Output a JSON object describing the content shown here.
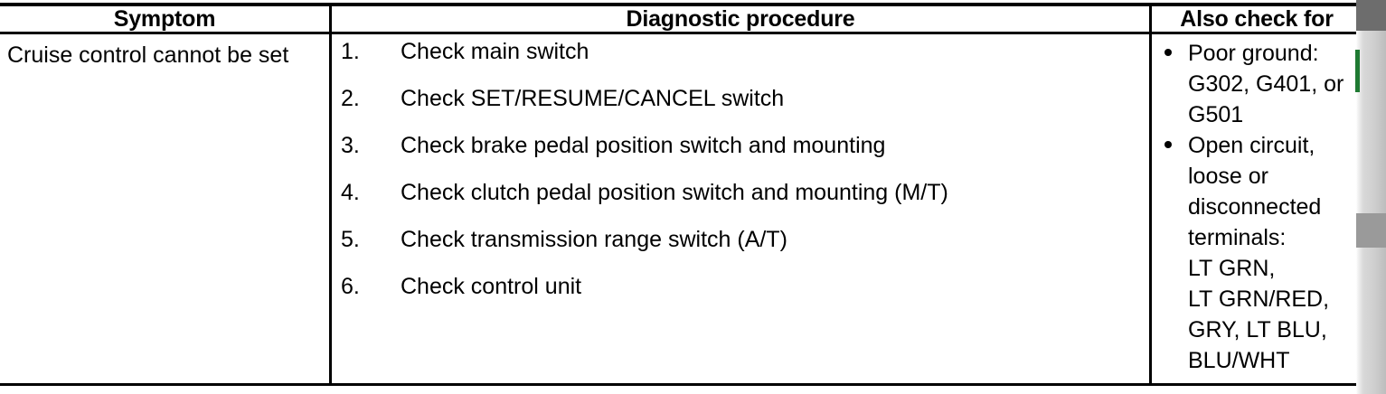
{
  "table": {
    "headers": {
      "symptom": "Symptom",
      "procedure": "Diagnostic procedure",
      "also_check": "Also check for"
    },
    "row": {
      "symptom": "Cruise control cannot be set",
      "procedure_steps": [
        {
          "number": "1.",
          "text": "Check main switch"
        },
        {
          "number": "2.",
          "text": "Check SET/RESUME/CANCEL switch"
        },
        {
          "number": "3.",
          "text": "Check brake pedal position switch and mounting"
        },
        {
          "number": "4.",
          "text": "Check clutch pedal position switch and mounting (M/T)"
        },
        {
          "number": "5.",
          "text": "Check transmission range switch (A/T)"
        },
        {
          "number": "6.",
          "text": "Check control unit"
        }
      ],
      "also_check_lines": [
        {
          "bullet": true,
          "text": "Poor ground:"
        },
        {
          "bullet": false,
          "text": "G302, G401, or"
        },
        {
          "bullet": false,
          "text": "G501"
        },
        {
          "bullet": true,
          "text": "Open circuit,"
        },
        {
          "bullet": false,
          "text": "loose or"
        },
        {
          "bullet": false,
          "text": "disconnected"
        },
        {
          "bullet": false,
          "text": "terminals:"
        },
        {
          "bullet": false,
          "text": "LT GRN,"
        },
        {
          "bullet": false,
          "text": "LT GRN/RED,"
        },
        {
          "bullet": false,
          "text": "GRY, LT BLU,"
        },
        {
          "bullet": false,
          "text": "BLU/WHT"
        }
      ]
    }
  },
  "colors": {
    "text": "#000000",
    "rule": "#000000",
    "scan_edge": "#cfcfcf",
    "green_mark": "#1f7a32"
  }
}
